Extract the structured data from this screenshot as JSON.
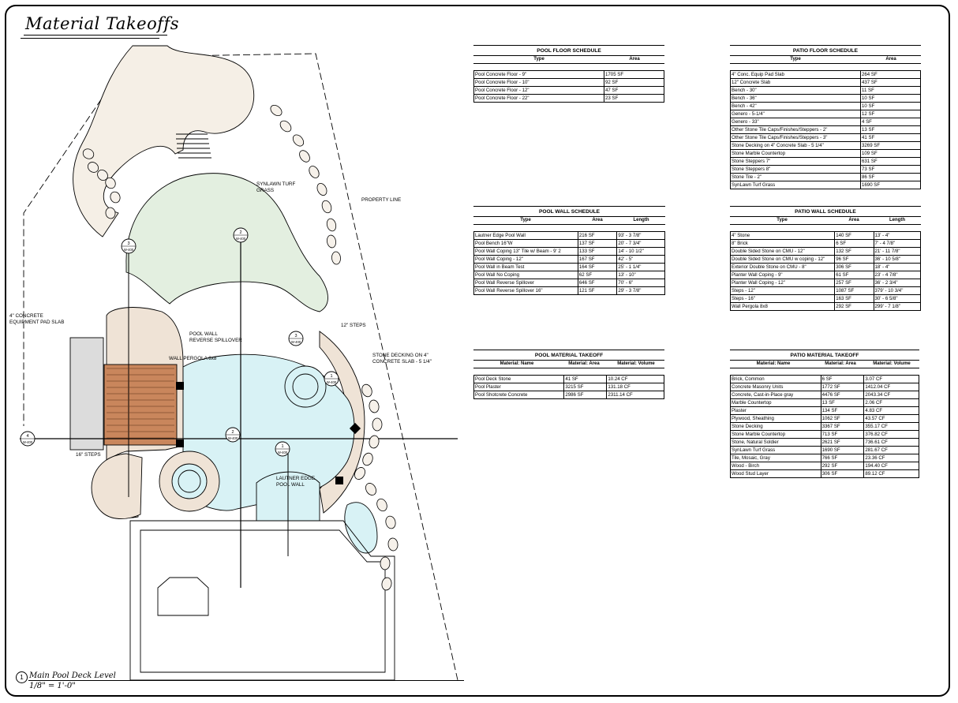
{
  "sheet": {
    "title": "Material Takeoffs",
    "level_number": "1",
    "level_name": "Main Pool Deck Level",
    "level_scale": "1/8\" = 1'-0\""
  },
  "plan_labels": {
    "synlawn": "SYNLAWN TURF\nGRASS",
    "property_line": "PROPERTY LINE",
    "equipment_pad": "4\" CONCRETE\nEQUIPMENT PAD SLAB",
    "pool_wall_spillover": "POOL WALL\nREVERSE SPILLOVER",
    "steps_12": "12\" STEPS",
    "stone_decking": "STONE DECKING ON 4\"\nCONCRETE SLAB - 5 1/4\"",
    "wall_pergola": "WALL PERGOLA 8x8",
    "steps_16": "16\" STEPS",
    "lautner_edge": "LAUTNER EDGE\nPOOL WALL"
  },
  "section_marks": {
    "a": {
      "num": "2",
      "sheet": "W-400"
    },
    "b": {
      "num": "3",
      "sheet": "W-400"
    },
    "c": {
      "num": "3",
      "sheet": "W-400"
    },
    "d": {
      "num": "2",
      "sheet": "W-400"
    },
    "e": {
      "num": "1",
      "sheet": "W-400"
    },
    "f": {
      "num": "4",
      "sheet": "W-400"
    },
    "g": {
      "num": "1",
      "sheet": "W-400"
    }
  },
  "pool_floor_schedule": {
    "caption": "POOL FLOOR SCHEDULE",
    "columns": [
      "Type",
      "Area"
    ],
    "rows": [
      [
        "Pool Concrete Floor - 9\"",
        "1705 SF"
      ],
      [
        "Pool Concrete Floor - 10\"",
        "92 SF"
      ],
      [
        "Pool Concrete Floor - 12\"",
        "47 SF"
      ],
      [
        "Pool Concrete Floor - 22\"",
        "23 SF"
      ]
    ]
  },
  "patio_floor_schedule": {
    "caption": "PATIO FLOOR SCHEDULE",
    "columns": [
      "Type",
      "Area"
    ],
    "rows": [
      [
        "4\" Conc. Equip Pad Slab",
        "264 SF"
      ],
      [
        "12\" Concrete Slab",
        "437 SF"
      ],
      [
        "Bench - 30\"",
        "11 SF"
      ],
      [
        "Bench - 36\"",
        "10 SF"
      ],
      [
        "Bench - 42\"",
        "10 SF"
      ],
      [
        "Genero - 5-1/4\"",
        "12 SF"
      ],
      [
        "Genero - 33\"",
        "4 SF"
      ],
      [
        "Other Stone Tile Caps/Finishes/Steppers - 2\"",
        "13 SF"
      ],
      [
        "Other Stone Tile Caps/Finishes/Steppers - 3\"",
        "41 SF"
      ],
      [
        "Stone Decking on 4\" Concrete Slab - 5 1/4\"",
        "3269 SF"
      ],
      [
        "Stone Marble Countertop",
        "109 SF"
      ],
      [
        "Stone Steppers 7\"",
        "631 SF"
      ],
      [
        "Stone Steppers 8\"",
        "73 SF"
      ],
      [
        "Stone Tile - 2\"",
        "86 SF"
      ],
      [
        "SynLawn Turf Grass",
        "1690 SF"
      ]
    ]
  },
  "pool_wall_schedule": {
    "caption": "POOL WALL SCHEDULE",
    "columns": [
      "Type",
      "Area",
      "Length"
    ],
    "rows": [
      [
        "Lautner Edge Pool Wall",
        "216 SF",
        "93' - 3 7/8\""
      ],
      [
        "Pool Bench 16\"W",
        "137 SF",
        "20' - 7 3/4\""
      ],
      [
        "Pool Wall Coping 13\" Tile w/ Beam - 9' 2",
        "133 SF",
        "14' - 10 1/2\""
      ],
      [
        "Pool Wall Coping - 12\"",
        "167 SF",
        "42' - 5\""
      ],
      [
        "Pool Wall in Beam Test",
        "164 SF",
        "25' - 1 1/4\""
      ],
      [
        "Pool Wall No Coping",
        "62 SF",
        "13' - 10\""
      ],
      [
        "Pool Wall Reverse Spillover",
        "646 SF",
        "70' - 6\""
      ],
      [
        "Pool Wall Reverse Spillover 16\"",
        "121 SF",
        "29' - 3 7/8\""
      ]
    ]
  },
  "patio_wall_schedule": {
    "caption": "PATIO WALL SCHEDULE",
    "columns": [
      "Type",
      "Area",
      "Length"
    ],
    "rows": [
      [
        "4\" Stone",
        "140 SF",
        "13' - 4\""
      ],
      [
        "8\" Brick",
        "6 SF",
        "7' - 4 7/8\""
      ],
      [
        "Double Sided Stone on CMU - 12\"",
        "132 SF",
        "21' - 11 7/8\""
      ],
      [
        "Double Sided Stone on CMU w coping - 12\"",
        "96 SF",
        "36' - 10 5/8\""
      ],
      [
        "Exterior Double Stone on CMU - 8\"",
        "306 SF",
        "18' - 4\""
      ],
      [
        "Planter Wall Coping - 9\"",
        "61 SF",
        "23' - 4 7/8\""
      ],
      [
        "Planter Wall Coping - 12\"",
        "257 SF",
        "36' - 2 3/4\""
      ],
      [
        "Steps - 12\"",
        "1087 SF",
        "379' - 10 3/4\""
      ],
      [
        "Steps - 16\"",
        "163 SF",
        "30' - 6 5/8\""
      ],
      [
        "Wall Pergola 8x8",
        "292 SF",
        "299' - 7 1/8\""
      ]
    ]
  },
  "pool_material_takeoff": {
    "caption": "POOL MATERIAL TAKEOFF",
    "columns": [
      "Material: Name",
      "Material: Area",
      "Material: Volume"
    ],
    "rows": [
      [
        "Pool Deck Stone",
        "41 SF",
        "10.24 CF"
      ],
      [
        "Pool Plaster",
        "3215 SF",
        "131.18 CF"
      ],
      [
        "Pool Shotcrete Concrete",
        "2986 SF",
        "2311.14 CF"
      ]
    ]
  },
  "patio_material_takeoff": {
    "caption": "PATIO MATERIAL TAKEOFF",
    "columns": [
      "Material: Name",
      "Material: Area",
      "Material: Volume"
    ],
    "rows": [
      [
        "Brick, Common",
        "6 SF",
        "3.07 CF"
      ],
      [
        "Concrete Masonry Units",
        "1772 SF",
        "1412.04 CF"
      ],
      [
        "Concrete, Cast-in-Place gray",
        "4476 SF",
        "2043.34 CF"
      ],
      [
        "Marble Countertop",
        "13 SF",
        "2.06 CF"
      ],
      [
        "Plaster",
        "134 SF",
        "4.83 CF"
      ],
      [
        "Plywood, Sheathing",
        "1062 SF",
        "43.57 CF"
      ],
      [
        "Stone Decking",
        "3367 SF",
        "355.17 CF"
      ],
      [
        "Stone Marble Countertop",
        "713 SF",
        "376.82 CF"
      ],
      [
        "Stone, Natural Soldier",
        "2621 SF",
        "736.61 CF"
      ],
      [
        "SynLawn Turf Grass",
        "1690 SF",
        "281.67 CF"
      ],
      [
        "Tile, Mosaic, Gray",
        "766 SF",
        "23.36 CF"
      ],
      [
        "Wood - Birch",
        "292 SF",
        "194.40 CF"
      ],
      [
        "Wood Stud Layer",
        "306 SF",
        "89.12 CF"
      ]
    ]
  },
  "colors": {
    "turf": "#e3efe0",
    "pool_water": "#d8f2f5",
    "deck_stone": "#efe3d6",
    "stepper": "#f5efe6",
    "pergola": "#c9865c",
    "equipment_pad": "#dcdcdc"
  }
}
